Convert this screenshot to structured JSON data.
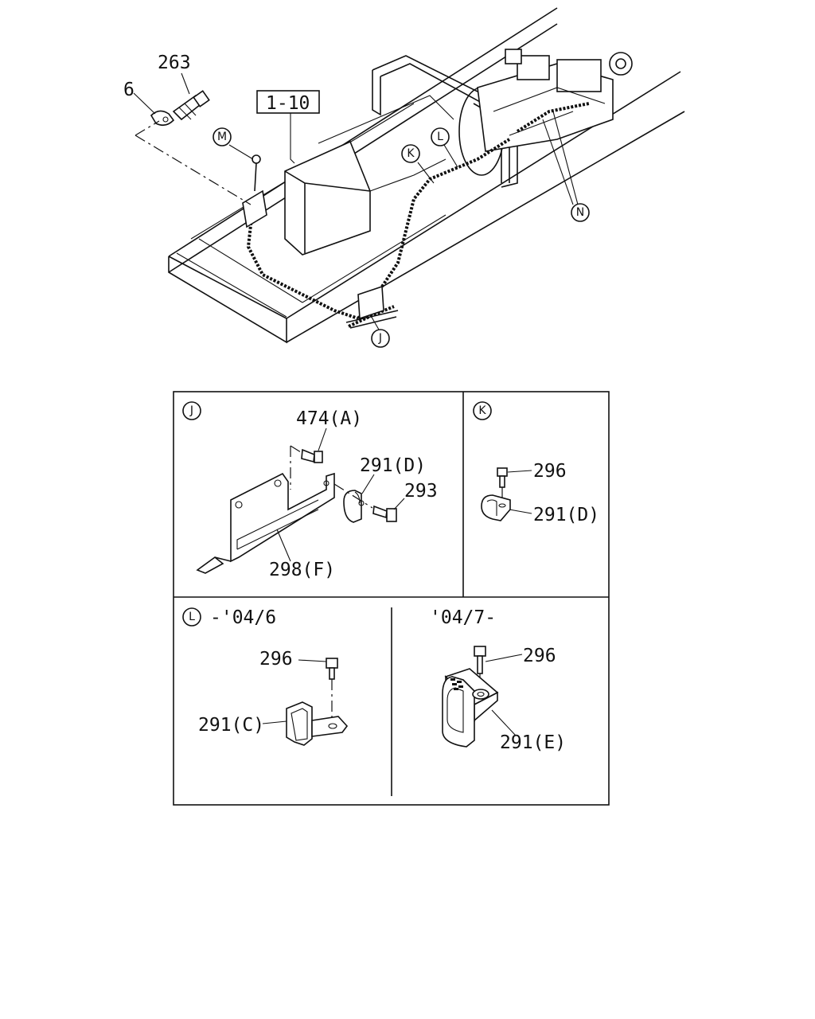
{
  "overview": {
    "ref_box": "1-10",
    "part_labels": {
      "p263": "263",
      "p6": "6"
    },
    "callouts": {
      "M": "M",
      "K": "K",
      "L": "L",
      "N": "N",
      "J": "J"
    }
  },
  "detail_J": {
    "key": "J",
    "labels": {
      "bolt": "474(A)",
      "clip": "291(D)",
      "screw": "293",
      "bracket": "298(F)"
    }
  },
  "detail_K": {
    "key": "K",
    "labels": {
      "bolt": "296",
      "clip": "291(D)"
    }
  },
  "detail_L": {
    "key": "L",
    "left": {
      "period": "-'04/6",
      "bolt": "296",
      "clip": "291(C)"
    },
    "right": {
      "period": "'04/7-",
      "bolt": "296",
      "clip": "291(E)"
    }
  }
}
